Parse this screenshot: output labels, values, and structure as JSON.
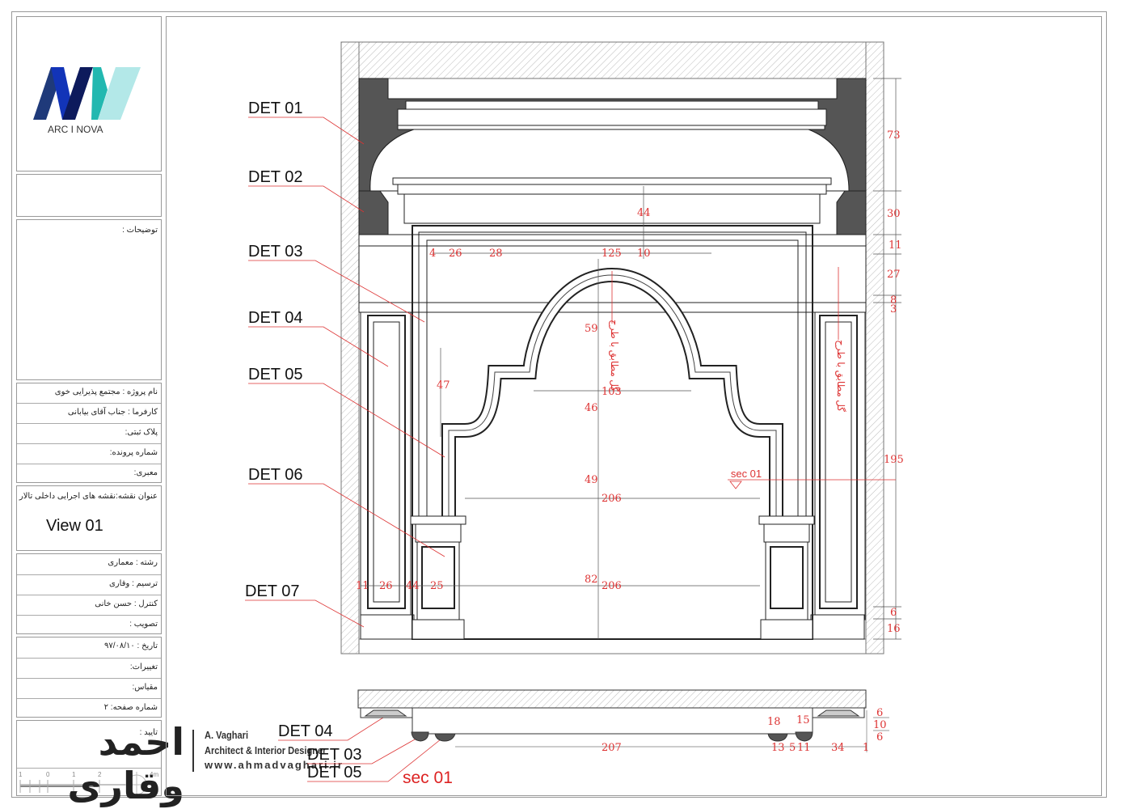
{
  "logo": {
    "brand": "ARC I NOVA",
    "colors": [
      "#1f3a7a",
      "#1234b8",
      "#0d1a5c",
      "#22b8b0",
      "#b3e8e8"
    ]
  },
  "title_block": {
    "notes_label": "توضیحات :",
    "project_rows": [
      "نام پروژه : مجتمع پذیرایی خوی",
      "کارفرما : جناب آقای بیابانی",
      "پلاک ثبتی:",
      "شماره پرونده:",
      "معبری:"
    ],
    "sheet_title_label": "عنوان نقشه:نقشه های اجرایی داخلی تالار",
    "view_name": "View 01",
    "staff_rows": [
      "رشته : معماری",
      "ترسیم : وقاری",
      "کنترل : حسن خانی",
      "تصویب :"
    ],
    "date_rows": [
      "تاریخ : ۹۷/۰۸/۱۰",
      "تغییرات:",
      "مقیاس:",
      "شماره صفحه: ۲"
    ],
    "approval_label": "تایید :",
    "scale_bar": [
      "1",
      "0",
      "1",
      "2",
      "4m"
    ]
  },
  "signature": {
    "logo_text": "احمد وقاری",
    "name": "A. Vaghari",
    "role": "Architect & Interior Designer",
    "website": "www.ahmadvaghari.ir"
  },
  "drawing": {
    "accent_color": "#d33333",
    "detail_labels": [
      "DET 01",
      "DET 02",
      "DET 03",
      "DET 04",
      "DET 05",
      "DET 06",
      "DET 07"
    ],
    "right_dims": [
      "73",
      "30",
      "11",
      "27",
      "8",
      "3",
      "195",
      "6",
      "16"
    ],
    "inner_dims": {
      "top": [
        "44",
        "4",
        "26",
        "28",
        "125",
        "10"
      ],
      "middle": [
        "59",
        "47",
        "103",
        "46",
        "49",
        "206",
        "82",
        "206"
      ],
      "bottom_left": [
        "11",
        "26",
        "44",
        "25"
      ]
    },
    "pattern_note": "گل مطابق با طرح",
    "section_label": "sec 01",
    "plan": {
      "dims": [
        "18",
        "15",
        "6",
        "10",
        "6",
        "207",
        "13",
        "5",
        "11",
        "34",
        "1"
      ],
      "labels": [
        "DET 04",
        "DET 03",
        "DET 05"
      ],
      "section_label": "sec 01"
    }
  }
}
